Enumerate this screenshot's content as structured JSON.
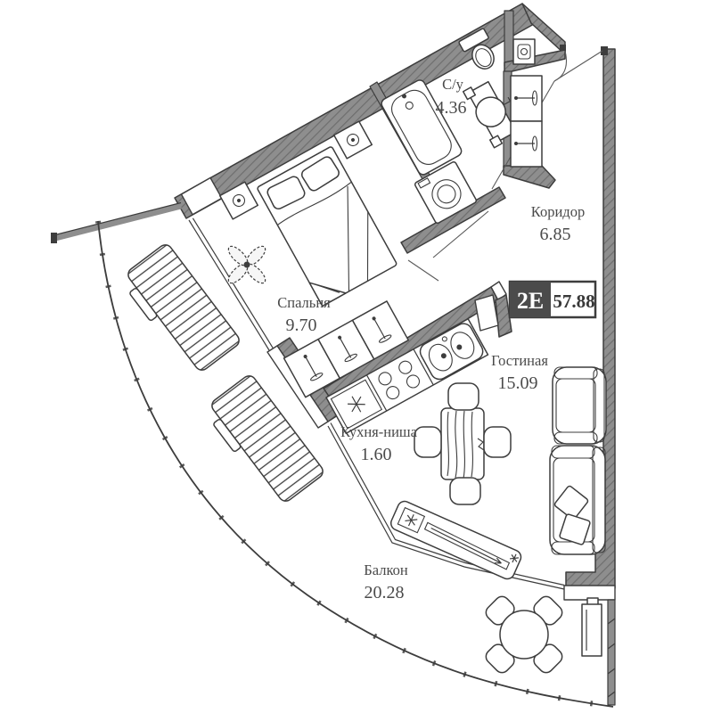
{
  "plan": {
    "badge": {
      "type": "2Е",
      "area": "57.88"
    },
    "rooms": [
      {
        "id": "bathroom",
        "name": "С/у",
        "area": "4.36"
      },
      {
        "id": "corridor",
        "name": "Коридор",
        "area": "6.85"
      },
      {
        "id": "bedroom",
        "name": "Спальня",
        "area": "9.70"
      },
      {
        "id": "living",
        "name": "Гостиная",
        "area": "15.09"
      },
      {
        "id": "kitchen",
        "name": "Кухня-ниша",
        "area": "1.60"
      },
      {
        "id": "balcony",
        "name": "Балкон",
        "area": "20.28"
      }
    ],
    "colors": {
      "wall": "#8e8e8e",
      "hatch": "#6e6e6e",
      "outline": "#3d3d3d",
      "label": "#4a4a4a",
      "badge_bg": "#4b4b4b",
      "badge_text": "#ffffff",
      "paper": "#ffffff"
    }
  }
}
